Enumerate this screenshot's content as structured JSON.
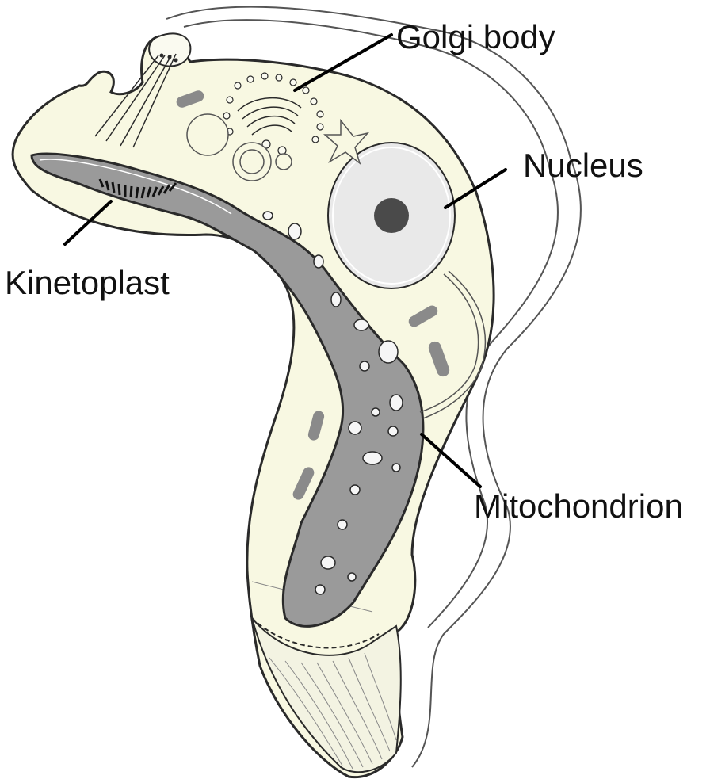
{
  "labels": {
    "golgi": "Golgi body",
    "nucleus": "Nucleus",
    "kinetoplast": "Kinetoplast",
    "mitochondrion": "Mitochondrion"
  },
  "colors": {
    "cytoplasm": "#f8f8e2",
    "outline": "#2a2a2a",
    "mitochondrion": "#9a9a9a",
    "nucleolus": "#4a4a4a",
    "nucleus_halo": "#e9e9e9",
    "leader_line": "#000000"
  }
}
